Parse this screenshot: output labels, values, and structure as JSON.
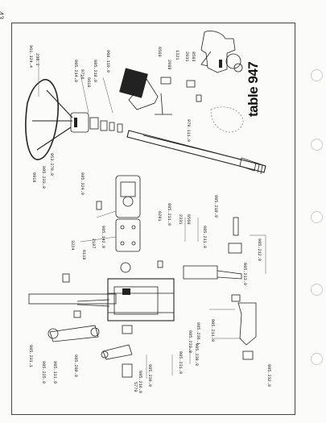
{
  "page": {
    "page_number": "43",
    "title": "table 947"
  },
  "part_numbers": [
    "961.324.4",
    "230.2",
    "985.214.0",
    "9716",
    "6610",
    "985.218.0",
    "960.110.0",
    "6560",
    "2088",
    "2031",
    "0583",
    "1321",
    "9918",
    "985.233.0",
    "953.279.0",
    "985.324.0",
    "979.111.0",
    "985.218.0",
    "6281",
    "985.211.0",
    "2331",
    "6560",
    "3224",
    "6118",
    "2107",
    "985.142.0",
    "985.211.0",
    "985.212.0",
    "985.213.0",
    "985.231.1",
    "985.225.0",
    "985.111.0",
    "985.209.0",
    "985.216.0",
    "985.239.0",
    "985.231.0",
    "5770",
    "985.238.0",
    "985.233.0",
    "985.236.1",
    "985.211.0",
    "985.232.0"
  ]
}
